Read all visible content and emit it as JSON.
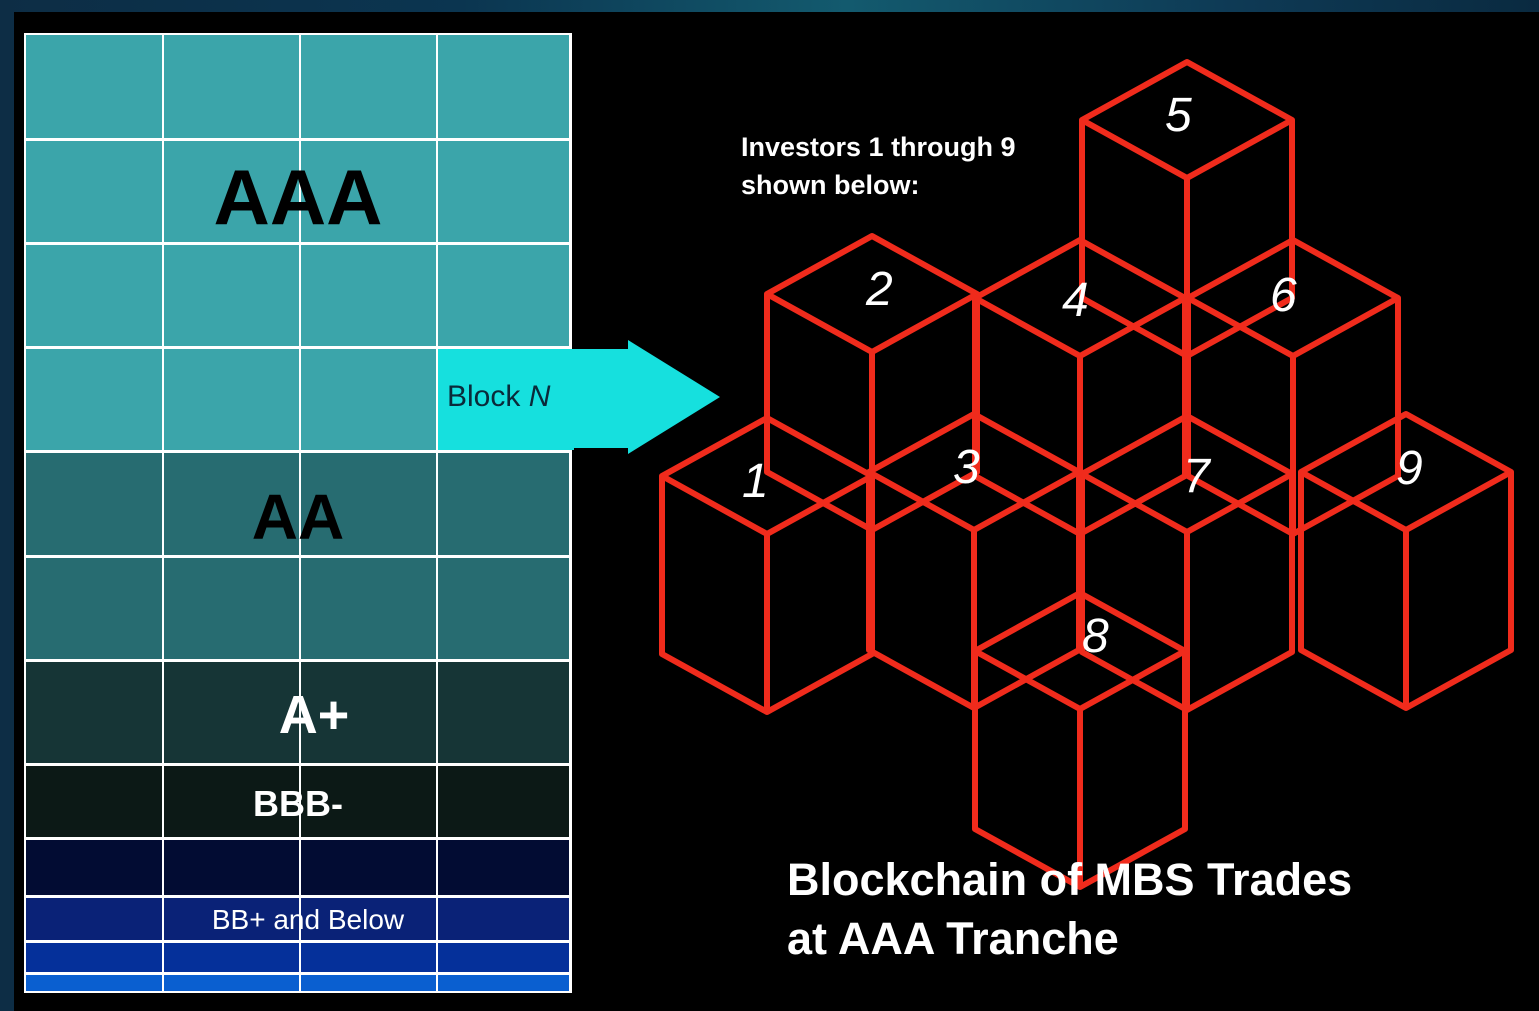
{
  "tranches": {
    "aaa": {
      "label": "AAA",
      "color": "#3ba5aa"
    },
    "aa": {
      "label": "AA",
      "color": "#276c71"
    },
    "a_plus": {
      "label": "A+",
      "color": "#163536"
    },
    "bbb_minus": {
      "label": "BBB-",
      "color": "#0c1916"
    },
    "bb_plus_below": {
      "label": "BB+ and Below",
      "colors": [
        "#020c33",
        "#0a2277",
        "#05309a",
        "#0a5fd0"
      ]
    }
  },
  "block": {
    "label_prefix": "Block ",
    "label_var": "N",
    "arrow_color": "#16e0de"
  },
  "investors_note": {
    "line1": "Investors 1 through 9",
    "line2": "shown below:"
  },
  "cubes": {
    "stroke_color": "#f02b1c",
    "labels": [
      "1",
      "2",
      "3",
      "4",
      "5",
      "6",
      "7",
      "8",
      "9"
    ]
  },
  "caption": {
    "line1": "Blockchain of MBS Trades",
    "line2": "at AAA Tranche"
  }
}
